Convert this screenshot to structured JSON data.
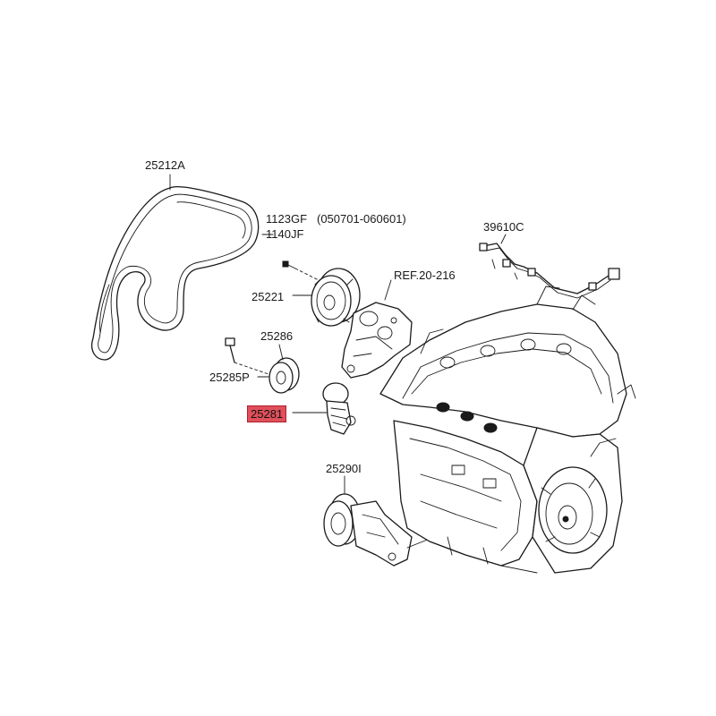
{
  "callouts": {
    "belt": "25212A",
    "bolt_main": "1123GF",
    "bolt_range": "(050701-060601)",
    "bolt_alt": "1140JF",
    "harness": "39610C",
    "ref": "REF.20-216",
    "pulley": "25221",
    "idler": "25286",
    "idler_bolt": "25285P",
    "tensioner": "25281",
    "damper": "25290I"
  },
  "colors": {
    "highlight": "#e0505a",
    "line": "#1a1a1a"
  }
}
